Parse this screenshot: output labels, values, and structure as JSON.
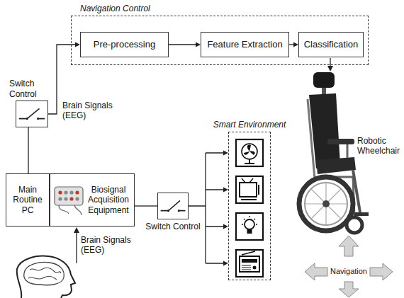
{
  "diagram": {
    "nodes": [
      {
        "text": [
          "Navigation Control"
        ]
      },
      {
        "text": [
          "Pre-processing"
        ],
        "in": 0
      },
      {
        "text": [
          "Feature Extraction"
        ],
        "in": 0
      },
      {
        "text": [
          "Classification"
        ],
        "in": 0
      },
      {
        "text": [
          "Switch Control"
        ]
      },
      {
        "text": [
          "Smart Environment"
        ]
      },
      {
        "text": [
          "Main Routine PC"
        ]
      },
      {
        "text": [
          "Biosignal Acquisition Equipment"
        ]
      },
      {
        "text": [
          "Switch Control"
        ]
      }
    ],
    "edges": [
      {
        "from": 1,
        "to": 2,
        "arrow": "to"
      },
      {
        "from": 2,
        "to": 3,
        "arrow": "to"
      },
      {
        "from": 4,
        "to": 1,
        "arrow": "to"
      },
      {
        "from": 6,
        "to": 4,
        "arrow": "none"
      },
      {
        "from": 7,
        "to": 8,
        "arrow": "none"
      },
      {
        "from": 8,
        "to": 5,
        "arrow": "to"
      }
    ],
    "labels": [
      "Brain Signals (EEG)",
      "Brain Signals (EEG)",
      "Robotic Wheelchair",
      "Navigation"
    ]
  }
}
